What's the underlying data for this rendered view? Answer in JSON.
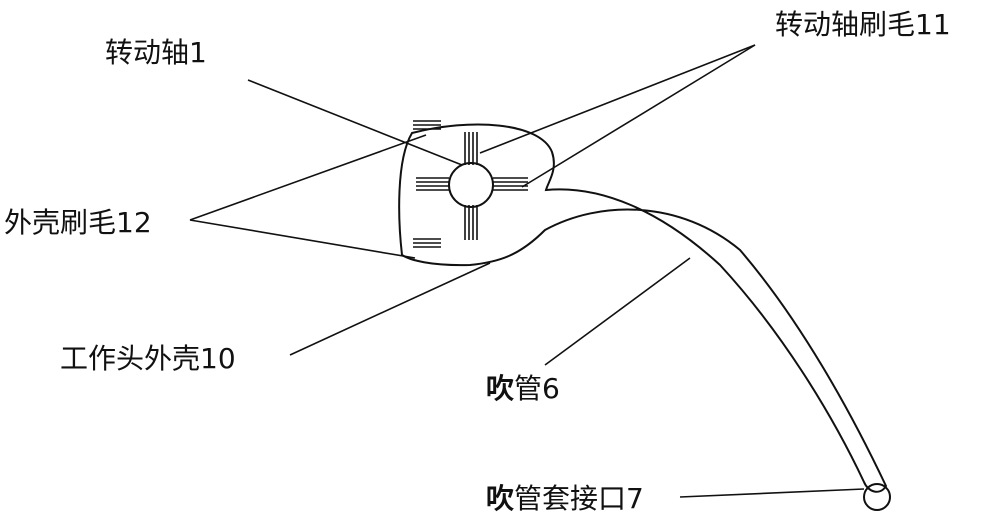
{
  "labels": {
    "rotating_shaft": "转动轴1",
    "shaft_bristles": "转动轴刷毛11",
    "shell_bristles": "外壳刷毛12",
    "head_shell": "工作头外壳10",
    "blow_pipe_prefix": "吹",
    "blow_pipe_suffix": "管6",
    "pipe_connector_prefix": "吹",
    "pipe_connector_suffix": "管套接口7"
  }
}
